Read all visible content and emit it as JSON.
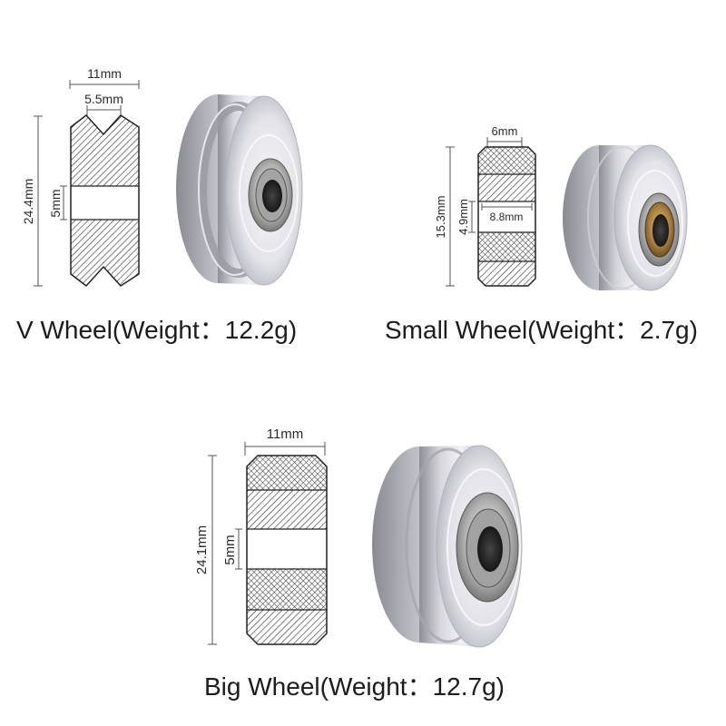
{
  "v_wheel": {
    "caption": "V Wheel(Weight：12.2g)",
    "width_label": "11mm",
    "groove_label": "5.5mm",
    "height_label": "24.4mm",
    "bore_label": "5mm"
  },
  "small_wheel": {
    "caption": "Small Wheel(Weight：2.7g)",
    "width_label": "6mm",
    "height_label": "15.3mm",
    "bore_label": "4.9mm",
    "bore_length_label": "8.8mm"
  },
  "big_wheel": {
    "caption": "Big Wheel(Weight：12.7g)",
    "width_label": "11mm",
    "height_label": "24.1mm",
    "bore_label": "5mm"
  }
}
